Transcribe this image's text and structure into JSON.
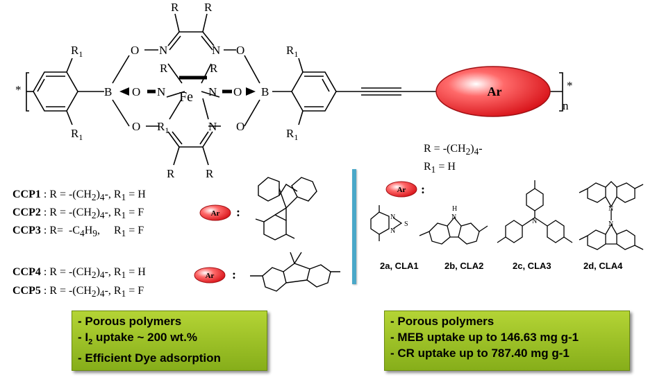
{
  "polymer": {
    "ar_label": "Ar",
    "r": "R",
    "r1": "R",
    "r1_sub": "1",
    "o": "O",
    "n": "N",
    "b": "B",
    "fe": "Fe",
    "star": "*",
    "n_sub": "n"
  },
  "definitions_right": {
    "r_line": "R = -(CH",
    "r_line_sub": "2",
    "r_line_end": ")",
    "r_line_sub2": "4",
    "r_line_tail": "-",
    "r1_line": "R",
    "r1_line_sub": "1",
    "r1_line_tail": " = H"
  },
  "left_list": [
    {
      "name": "CCP1",
      "text": ": R = -(CH",
      "s1": "2",
      "m": ")",
      "s2": "4",
      "t": "-, R",
      "s3": "1",
      "e": " = H"
    },
    {
      "name": "CCP2",
      "text": ": R = -(CH",
      "s1": "2",
      "m": ")",
      "s2": "4",
      "t": "-, R",
      "s3": "1",
      "e": " = F"
    },
    {
      "name": "CCP3",
      "text": ": R=  -C",
      "s1": "4",
      "m": "H",
      "s2": "9",
      "t": ",     R",
      "s3": "1",
      "e": " = F"
    },
    {
      "name": "CCP4",
      "text": ": R = -(CH",
      "s1": "2",
      "m": ")",
      "s2": "4",
      "t": "-, R",
      "s3": "1",
      "e": " = H"
    },
    {
      "name": "CCP5",
      "text": ": R = -(CH",
      "s1": "2",
      "m": ")",
      "s2": "4",
      "t": "-, R",
      "s3": "1",
      "e": " = F"
    }
  ],
  "ar_pill_label": "Ar",
  "colon": ":",
  "cla_labels": [
    "2a, CLA1",
    "2b, CLA2",
    "2c, CLA3",
    "2d, CLA4"
  ],
  "small_atoms": {
    "n": "N",
    "s": "S",
    "h": "H"
  },
  "box_left": {
    "line1": "- Porous polymers",
    "line2_pre": "- I",
    "line2_sub": "2",
    "line2_post": " uptake ~ 200 wt.%",
    "line3": "- Efficient Dye adsorption"
  },
  "box_right": {
    "line1": "- Porous polymers",
    "line2": "- MEB uptake up to 146.63 mg g-1",
    "line3": "- CR uptake up to 787.40 mg g-1"
  },
  "colors": {
    "ar_red": "#e8181d",
    "box_green": "#9cc224",
    "divider": "#4aa8c8"
  }
}
